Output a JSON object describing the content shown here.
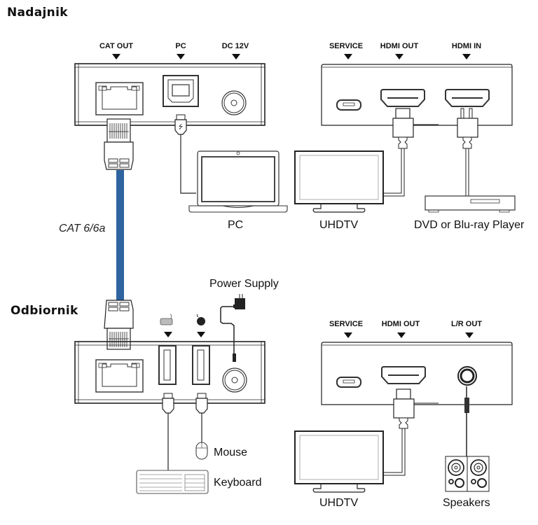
{
  "sections": {
    "transmitter_title": "Nadajnik",
    "receiver_title": "Odbiornik"
  },
  "transmitter": {
    "front_ports": [
      "CAT OUT",
      "PC",
      "DC 12V"
    ],
    "rear_ports": [
      "SERVICE",
      "HDMI OUT",
      "HDMI IN"
    ],
    "devices": {
      "pc": "PC",
      "tv": "UHDTV",
      "player": "DVD or Blu-ray Player"
    }
  },
  "cable": {
    "label": "CAT 6/6a",
    "color": "#2e64a0"
  },
  "receiver": {
    "front_port_icons": [
      "keyboard-icon",
      "mouse-icon"
    ],
    "rear_ports": [
      "SERVICE",
      "HDMI OUT",
      "L/R OUT"
    ],
    "devices": {
      "power": "Power Supply",
      "mouse": "Mouse",
      "keyboard": "Keyboard",
      "tv": "UHDTV",
      "speakers": "Speakers"
    }
  }
}
